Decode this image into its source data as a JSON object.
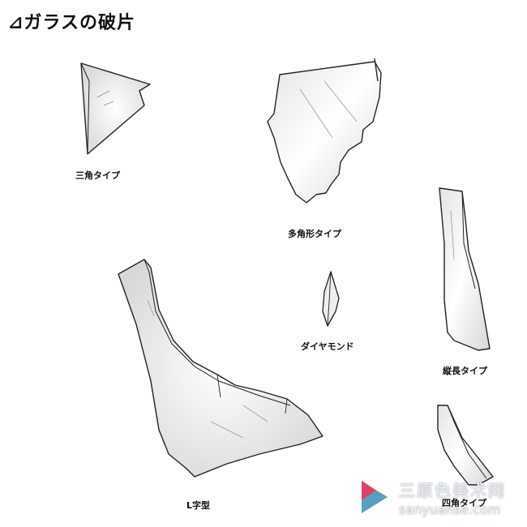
{
  "title": "⊿ガラスの破片",
  "labels": {
    "triangle": "三角タイプ",
    "polygon": "多角形タイプ",
    "diamond": "ダイヤモンド",
    "vertical": "縦長タイプ",
    "lshape": "L字型",
    "square": "四角タイプ"
  },
  "watermark": {
    "cn": "三原色美术网",
    "en": "sanyuanse.com"
  }
}
